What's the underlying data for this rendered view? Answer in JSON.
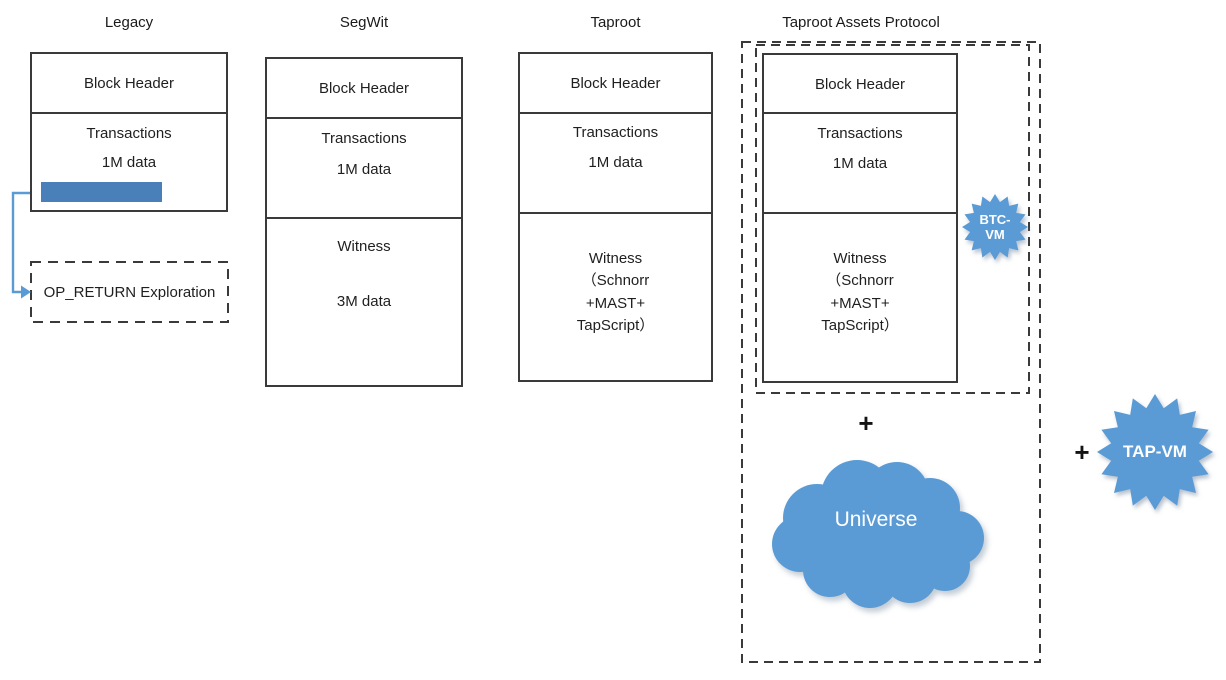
{
  "legacy": {
    "title": "Legacy",
    "header": "Block Header",
    "tx": "Transactions",
    "tx_size": "1M data",
    "op_return": "OP_RETURN Exploration"
  },
  "segwit": {
    "title": "SegWit",
    "header": "Block Header",
    "tx": "Transactions",
    "tx_size": "1M data",
    "witness": "Witness",
    "witness_size": "3M data"
  },
  "taproot": {
    "title": "Taproot",
    "header": "Block Header",
    "tx": "Transactions",
    "tx_size": "1M data",
    "witness_lines": [
      "Witness",
      "（Schnorr",
      "+MAST+",
      "TapScript）"
    ]
  },
  "tap_protocol": {
    "title": "Taproot Assets Protocol",
    "header": "Block Header",
    "tx": "Transactions",
    "tx_size": "1M data",
    "witness_lines": [
      "Witness",
      "（Schnorr",
      "+MAST+",
      "TapScript）"
    ],
    "plus": "+",
    "cloud_label": "Universe"
  },
  "right_group": {
    "plus": "+",
    "tap_vm": "TAP-VM"
  },
  "badges": {
    "btc_vm_line1": "BTC-",
    "btc_vm_line2": "VM"
  },
  "colors": {
    "accent_blue": "#5b9bd5",
    "bar_blue": "#4a80b9",
    "line_dark": "#3a3a3a"
  }
}
